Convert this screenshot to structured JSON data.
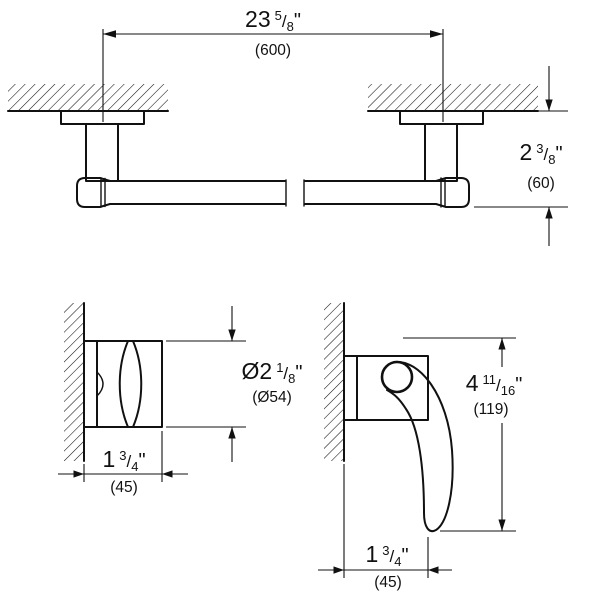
{
  "dimensions": {
    "bar_width": {
      "whole": "23",
      "num": "5",
      "den": "8",
      "unit": "\"",
      "metric": "(600)"
    },
    "bar_height": {
      "whole": "2",
      "num": "3",
      "den": "8",
      "unit": "\"",
      "metric": "(60)"
    },
    "hook_diameter": {
      "whole": "Ø2",
      "num": "1",
      "den": "8",
      "unit": "\"",
      "metric": "(Ø54)"
    },
    "hook_depth": {
      "whole": "1",
      "num": "3",
      "den": "4",
      "unit": "\"",
      "metric": "(45)"
    },
    "holder_height": {
      "whole": "4",
      "num": "11",
      "den": "16",
      "unit": "\"",
      "metric": "(119)"
    },
    "holder_depth": {
      "whole": "1",
      "num": "3",
      "den": "4",
      "unit": "\"",
      "metric": "(45)"
    }
  },
  "glyphs": {
    "fraction_slash": "/"
  },
  "colors": {
    "line": "#111111",
    "background": "#ffffff"
  }
}
